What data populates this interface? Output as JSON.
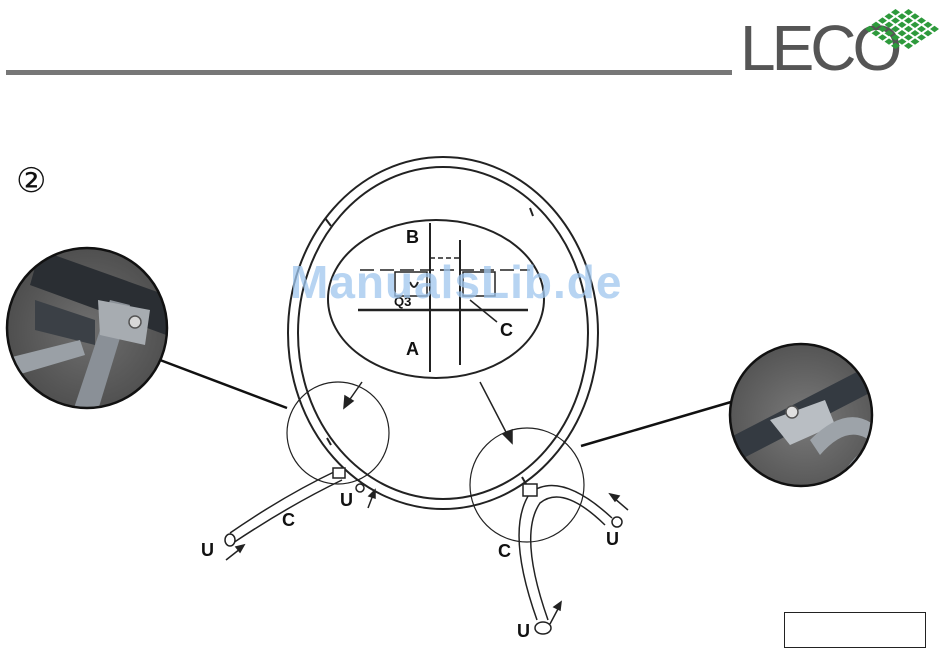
{
  "header": {
    "logo_text": "LECO",
    "brand_color": "#2e9a3c",
    "rule_color": "#777777"
  },
  "step": {
    "number": "②"
  },
  "watermark": {
    "text": "ManualsLib.de"
  },
  "diagram": {
    "labels": {
      "b": "B",
      "a": "A",
      "q3": "Q3",
      "c_detail": "C",
      "c_left": "C",
      "c_right": "C",
      "u_left_end": "U",
      "u_left_joint": "U",
      "u_right_end": "U",
      "u_bottom_end": "U"
    }
  },
  "footer": {
    "page_box": ""
  }
}
